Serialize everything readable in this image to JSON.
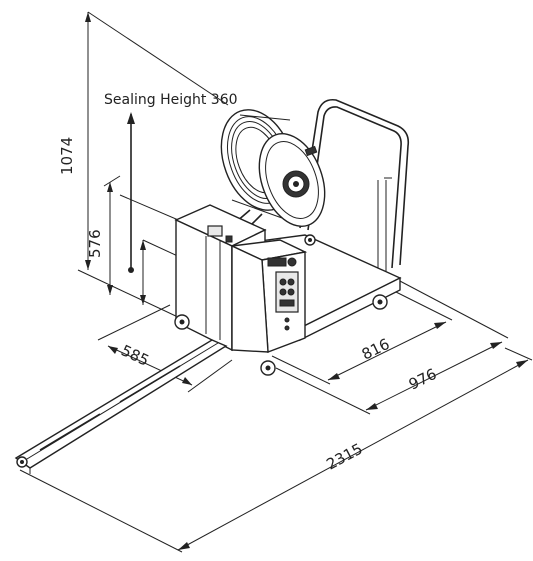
{
  "title": "Sealing Height 360",
  "dimensions": {
    "total_height": "1074",
    "table_height": "576",
    "width_front": "585",
    "depth_816": "816",
    "depth_976": "976",
    "overall_length": "2315"
  },
  "colors": {
    "line": "#222222",
    "background": "#ffffff",
    "panel": "#e8e8e8"
  }
}
